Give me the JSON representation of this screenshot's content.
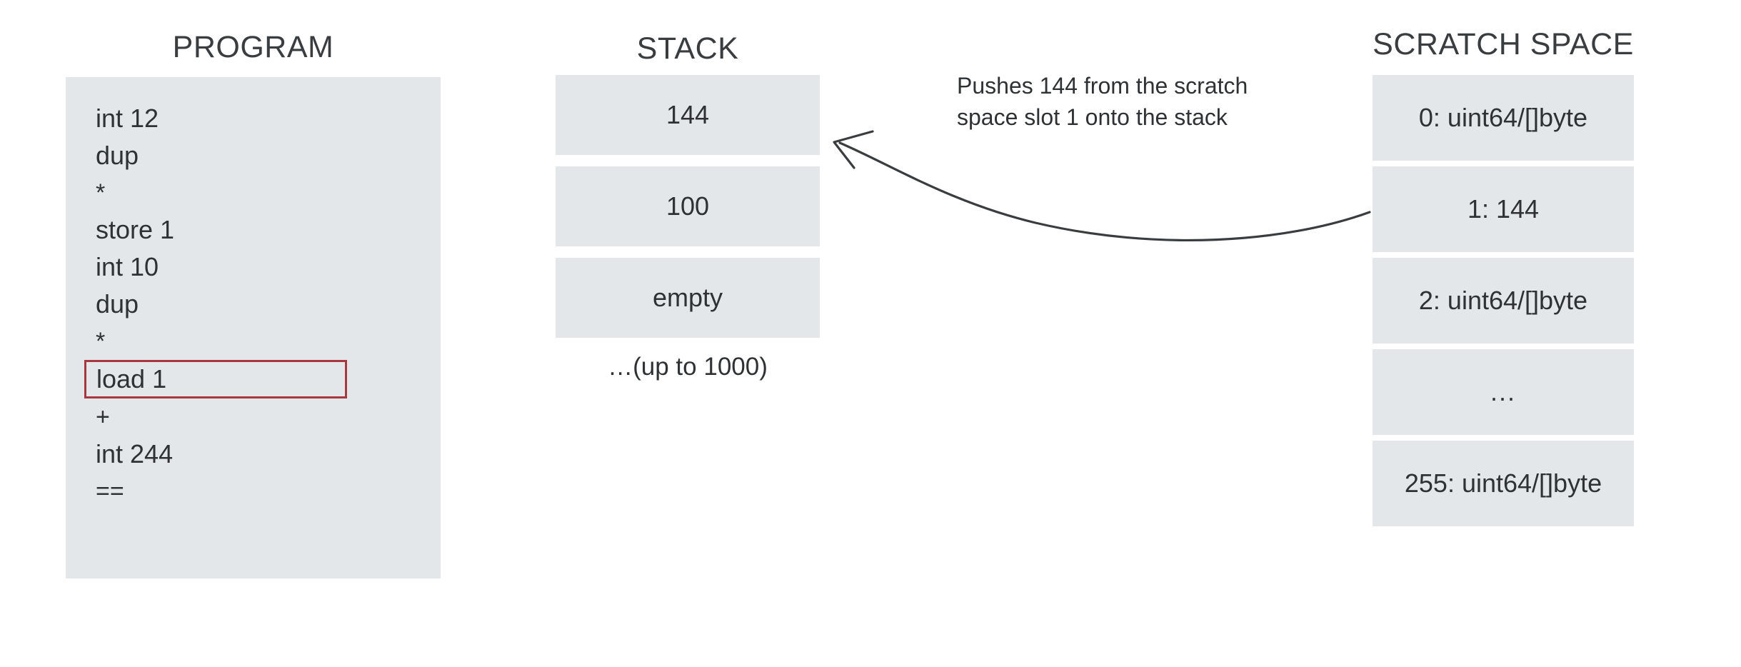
{
  "program": {
    "heading": "PROGRAM",
    "instructions": [
      {
        "text": "int 12",
        "highlighted": false,
        "symbol": false
      },
      {
        "text": "dup",
        "highlighted": false,
        "symbol": false
      },
      {
        "text": "*",
        "highlighted": false,
        "symbol": true
      },
      {
        "text": "store 1",
        "highlighted": false,
        "symbol": false
      },
      {
        "text": "int 10",
        "highlighted": false,
        "symbol": false
      },
      {
        "text": "dup",
        "highlighted": false,
        "symbol": false
      },
      {
        "text": "*",
        "highlighted": false,
        "symbol": true
      },
      {
        "text": "load 1",
        "highlighted": true,
        "symbol": false
      },
      {
        "text": "+",
        "highlighted": false,
        "symbol": true
      },
      {
        "text": "int 244",
        "highlighted": false,
        "symbol": false
      },
      {
        "text": "==",
        "highlighted": false,
        "symbol": true
      }
    ],
    "highlight_color": "#a8383f",
    "panel_color": "#e4e7ea"
  },
  "stack": {
    "heading": "STACK",
    "slots": [
      {
        "label": "144"
      },
      {
        "label": "100"
      },
      {
        "label": "empty"
      }
    ],
    "note": "…(up to 1000)"
  },
  "scratch_space": {
    "heading": "SCRATCH SPACE",
    "slots": [
      {
        "label": "0: uint64/[]byte"
      },
      {
        "label": "1: 144"
      },
      {
        "label": "2: uint64/[]byte"
      },
      {
        "label": "..."
      },
      {
        "label": "255: uint64/[]byte"
      }
    ]
  },
  "annotation": {
    "line1": "Pushes 144 from the scratch",
    "line2": "space slot 1 onto the stack",
    "arrow_color": "#3a3d3f"
  }
}
